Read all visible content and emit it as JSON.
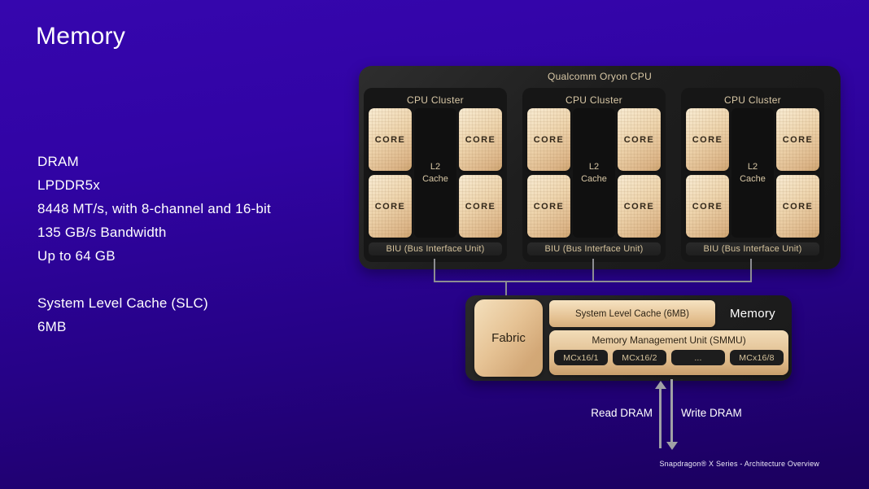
{
  "slide": {
    "title": "Memory",
    "footer": "Snapdragon® X Series - Architecture Overview"
  },
  "left_info": {
    "dram_heading": "DRAM",
    "dram_lines": [
      "LPDDR5x",
      "8448 MT/s, with 8-channel and 16-bit",
      "135 GB/s Bandwidth",
      "Up to 64 GB"
    ],
    "slc_heading": "System Level Cache (SLC)",
    "slc_value": "6MB"
  },
  "diagram": {
    "cpu": {
      "title": "Qualcomm Oryon CPU",
      "clusters": [
        {
          "title": "CPU Cluster",
          "cores": [
            "CORE",
            "CORE",
            "CORE",
            "CORE"
          ],
          "l2_line1": "L2",
          "l2_line2": "Cache",
          "biu": "BIU (Bus Interface Unit)"
        },
        {
          "title": "CPU Cluster",
          "cores": [
            "CORE",
            "CORE",
            "CORE",
            "CORE"
          ],
          "l2_line1": "L2",
          "l2_line2": "Cache",
          "biu": "BIU (Bus Interface Unit)"
        },
        {
          "title": "CPU Cluster",
          "cores": [
            "CORE",
            "CORE",
            "CORE",
            "CORE"
          ],
          "l2_line1": "L2",
          "l2_line2": "Cache",
          "biu": "BIU (Bus Interface Unit)"
        }
      ]
    },
    "memory_block": {
      "fabric": "Fabric",
      "slc": "System Level Cache (6MB)",
      "label": "Memory",
      "smmu": {
        "title": "Memory Management Unit (SMMU)",
        "channels": [
          "MCx16/1",
          "MCx16/2",
          "...",
          "MCx16/8"
        ]
      }
    },
    "arrows": {
      "read": "Read DRAM",
      "write": "Write DRAM"
    }
  },
  "colors": {
    "background_top": "#3606ae",
    "background_bottom": "#1b005e",
    "panel_dark": "#1e1e1e",
    "cluster_dark": "#161616",
    "gold_text": "#d9c8a6",
    "block_gold_light": "#f8ecd4",
    "block_gold_dark": "#cda470",
    "connector_gray": "#8d8d92",
    "arrow_gray": "#a0a0a5",
    "text_white": "#ffffff"
  }
}
